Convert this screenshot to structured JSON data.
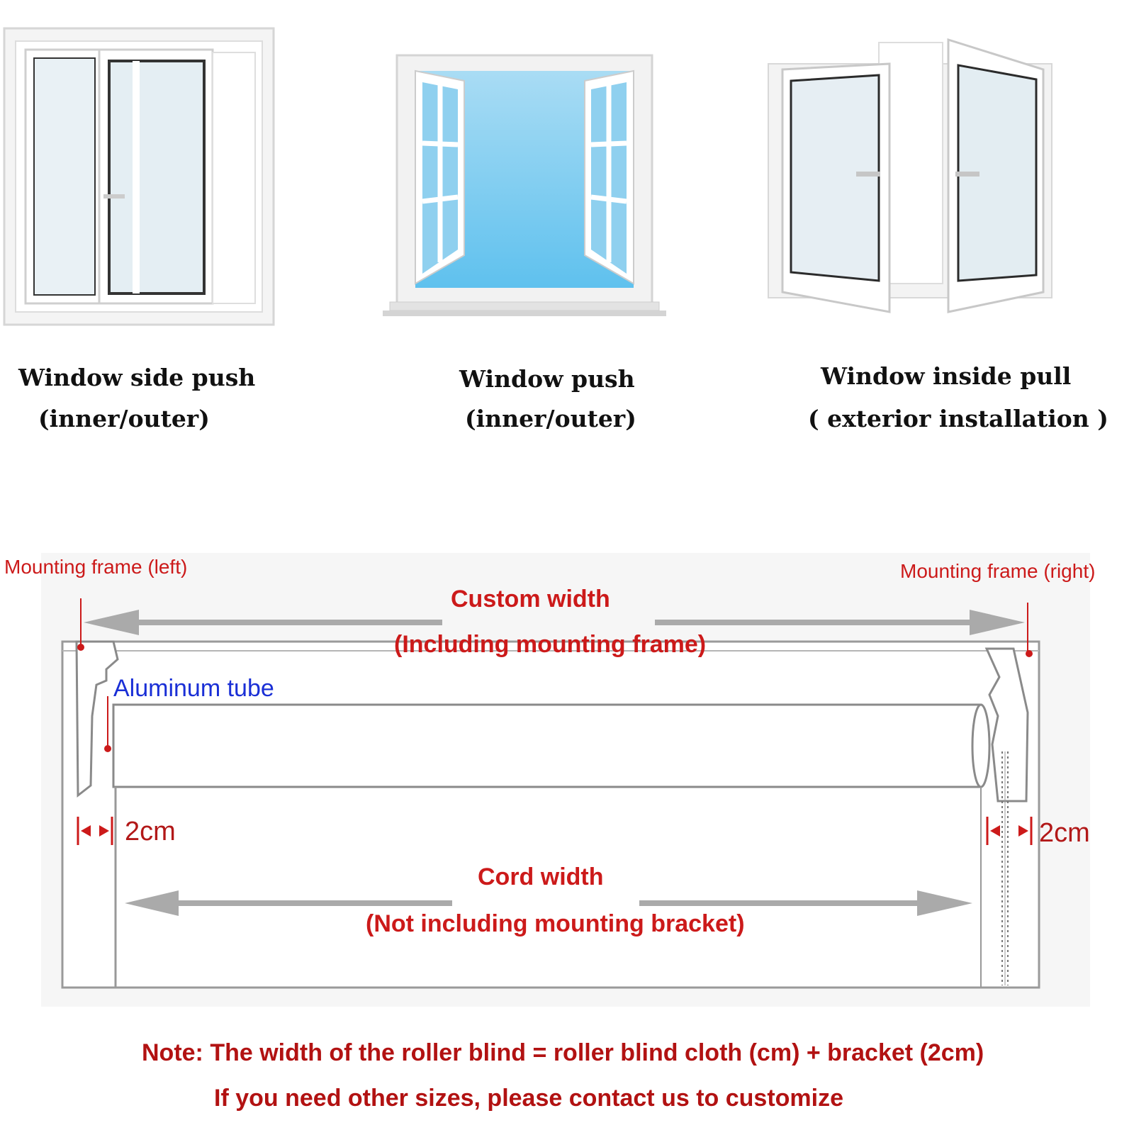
{
  "window_types": [
    {
      "title": "Window side push",
      "subtitle": "(inner/outer)"
    },
    {
      "title": "Window push",
      "subtitle": "(inner/outer)"
    },
    {
      "title": "Window inside pull",
      "subtitle": "( exterior installation )"
    }
  ],
  "diagram": {
    "mounting_frame_left": "Mounting frame (left)",
    "mounting_frame_right": "Mounting frame (right)",
    "custom_width": "Custom width",
    "custom_width_note": "(Including mounting frame)",
    "aluminum_tube": "Aluminum tube",
    "bracket_left": "2cm",
    "bracket_right": "2cm",
    "cord_width": "Cord width",
    "cord_width_note": "(Not including mounting bracket)"
  },
  "notes": {
    "line1": "Note: The width of the roller blind = roller blind cloth (cm) + bracket (2cm)",
    "line2": "If you need other sizes, please contact us to customize"
  },
  "colors": {
    "label_red": "#cc1a1a",
    "note_red": "#b21212",
    "tube_blue": "#1a2fd6",
    "glass_blue": "#bfe4f7",
    "arrow_gray": "#aaaaaa"
  }
}
